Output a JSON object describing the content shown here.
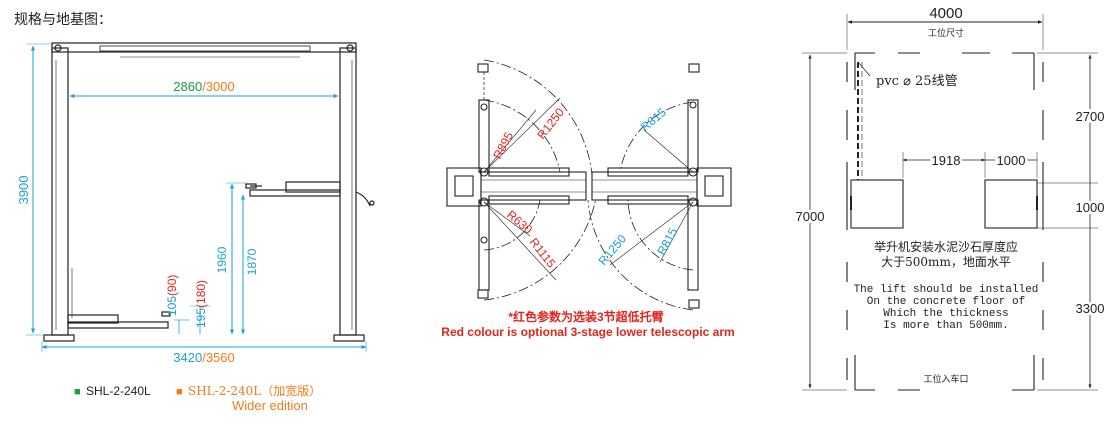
{
  "header": {
    "title": "规格与地基图："
  },
  "colors": {
    "green": "#1a9a4a",
    "orange": "#f07d1a",
    "blue": "#1aa0d8",
    "red": "#e0261e",
    "dark": "#222222"
  },
  "front_view": {
    "height": "3900",
    "inner_green": "2860",
    "inner_sep": "/",
    "inner_orange": "3000",
    "outer_blue": "3420",
    "outer_sep": "/",
    "outer_orange": "3560",
    "h_1960": "1960",
    "h_1870": "1870",
    "h_105": "105",
    "h_90": "(90)",
    "h_195": "195",
    "h_180": "(180)"
  },
  "legend": {
    "green_marker": "■",
    "green_label": "SHL-2-240L",
    "orange_marker": "■",
    "orange_label": "SHL-2-240L（加宽版）",
    "orange_sub": "Wider edition"
  },
  "top_view": {
    "r895": "R895",
    "r1250": "R1250",
    "r630": "R630",
    "r1115": "R1115",
    "r815_top": "R815",
    "r1250_b": "R1250",
    "r815_b": "R815",
    "note_cn": "*红色参数为选装3节超低托臂",
    "note_en": "Red colour is optional 3-stage lower telescopic arm"
  },
  "floor_plan": {
    "width": "4000",
    "width_label": "工位尺寸",
    "pvc": "pvc ⌀ 25线管",
    "d1918": "1918",
    "d1000a": "1000",
    "d1000b": "1000",
    "d2700": "2700",
    "d7000": "7000",
    "d3300": "3300",
    "cn_line1": "举升机安装水泥沙石厚度应",
    "cn_line2": "大于500mm，地面水平",
    "en_line1": "The lift should be installed",
    "en_line2": "On the concrete floor of",
    "en_line3": "Which the thickness",
    "en_line4": "Is more than 500mm.",
    "entrance": "工位入车口"
  }
}
